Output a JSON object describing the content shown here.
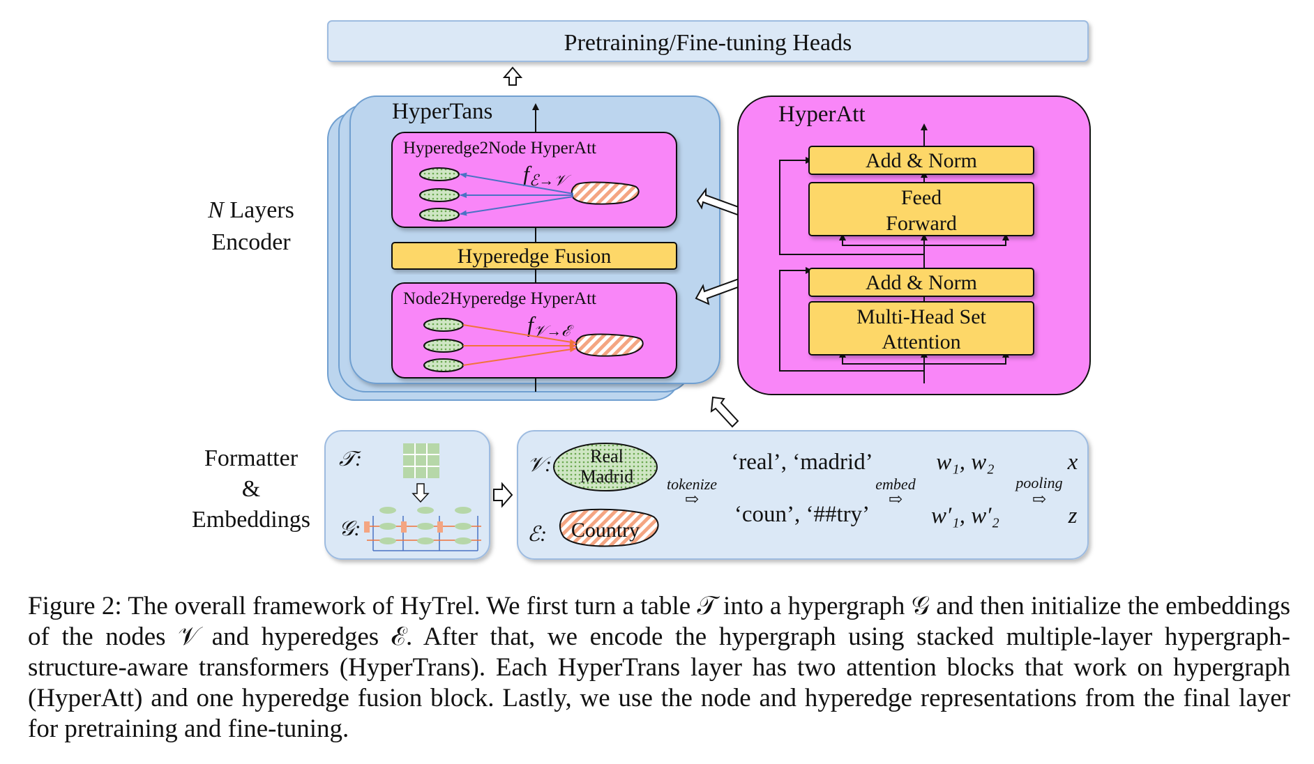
{
  "heads": "Pretraining/Fine-tuning Heads",
  "encoder": {
    "label_line1_var": "N",
    "label_line1": "Layers",
    "label_line2": "Encoder",
    "hypertrans_title": "HyperTans",
    "h2n_title": "Hyperedge2Node HyperAtt",
    "h2n_func": "f",
    "h2n_func_sub": "ℰ→𝒱",
    "fusion": "Hyperedge Fusion",
    "n2h_title": "Node2Hyperedge HyperAtt",
    "n2h_func": "f",
    "n2h_func_sub": "𝒱→ℰ"
  },
  "hyperatt": {
    "title": "HyperAtt",
    "add_norm_top": "Add & Norm",
    "ff_line1": "Feed",
    "ff_line2": "Forward",
    "add_norm_bottom": "Add & Norm",
    "mhsa_line1": "Multi-Head Set",
    "mhsa_line2": "Attention"
  },
  "formatter": {
    "label_line1": "Formatter",
    "label_line2": "&",
    "label_line3": "Embeddings",
    "table_sym": "𝒯:",
    "graph_sym": "𝒢:"
  },
  "embeddings": {
    "node_sym": "𝒱:",
    "edge_sym": "ℰ:",
    "node_line1": "Real",
    "node_line2": "Madrid",
    "edge_label": "Country",
    "tokenize": "tokenize",
    "tokens_node": "‘real’, ‘madrid’",
    "tokens_edge": "‘coun’, ‘##try’",
    "embed": "embed",
    "w_node": "w₁, w₂",
    "w_edge": "w′₁, w′₂",
    "pooling": "pooling",
    "out_node": "x",
    "out_edge": "z"
  },
  "caption": "Figure 2: The overall framework of HyTrel. We first turn a table 𝒯 into a hypergraph 𝒢 and then initialize the embeddings of the nodes 𝒱 and hyperedges ℰ. After that, we encode the hypergraph using stacked multiple-layer hypergraph-structure-aware transformers (HyperTrans). Each HyperTrans layer has two attention blocks that work on hypergraph (HyperAtt) and one hyperedge fusion block. Lastly, we use the node and hyperedge representations from the final layer for pretraining and fine-tuning.",
  "colors": {
    "light_blue": "#dbe8f6",
    "mid_blue": "#bcd5ee",
    "blue_border": "#6f9fd0",
    "magenta": "#f986f8",
    "yellow": "#fdd767",
    "green_dot": "#b6d7a8",
    "orange_hatch": "#f4a582",
    "blue_arrow": "#4a72c4",
    "orange_arrow": "#f0733a"
  }
}
